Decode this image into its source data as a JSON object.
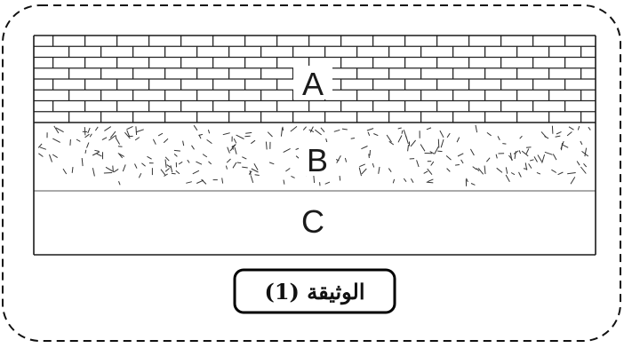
{
  "figure": {
    "layers": [
      {
        "label": "A",
        "pattern": "limestone-brick"
      },
      {
        "label": "B",
        "pattern": "scattered-dashes"
      },
      {
        "label": "C",
        "pattern": "plain"
      }
    ],
    "caption": "الوثيقة (1)"
  }
}
